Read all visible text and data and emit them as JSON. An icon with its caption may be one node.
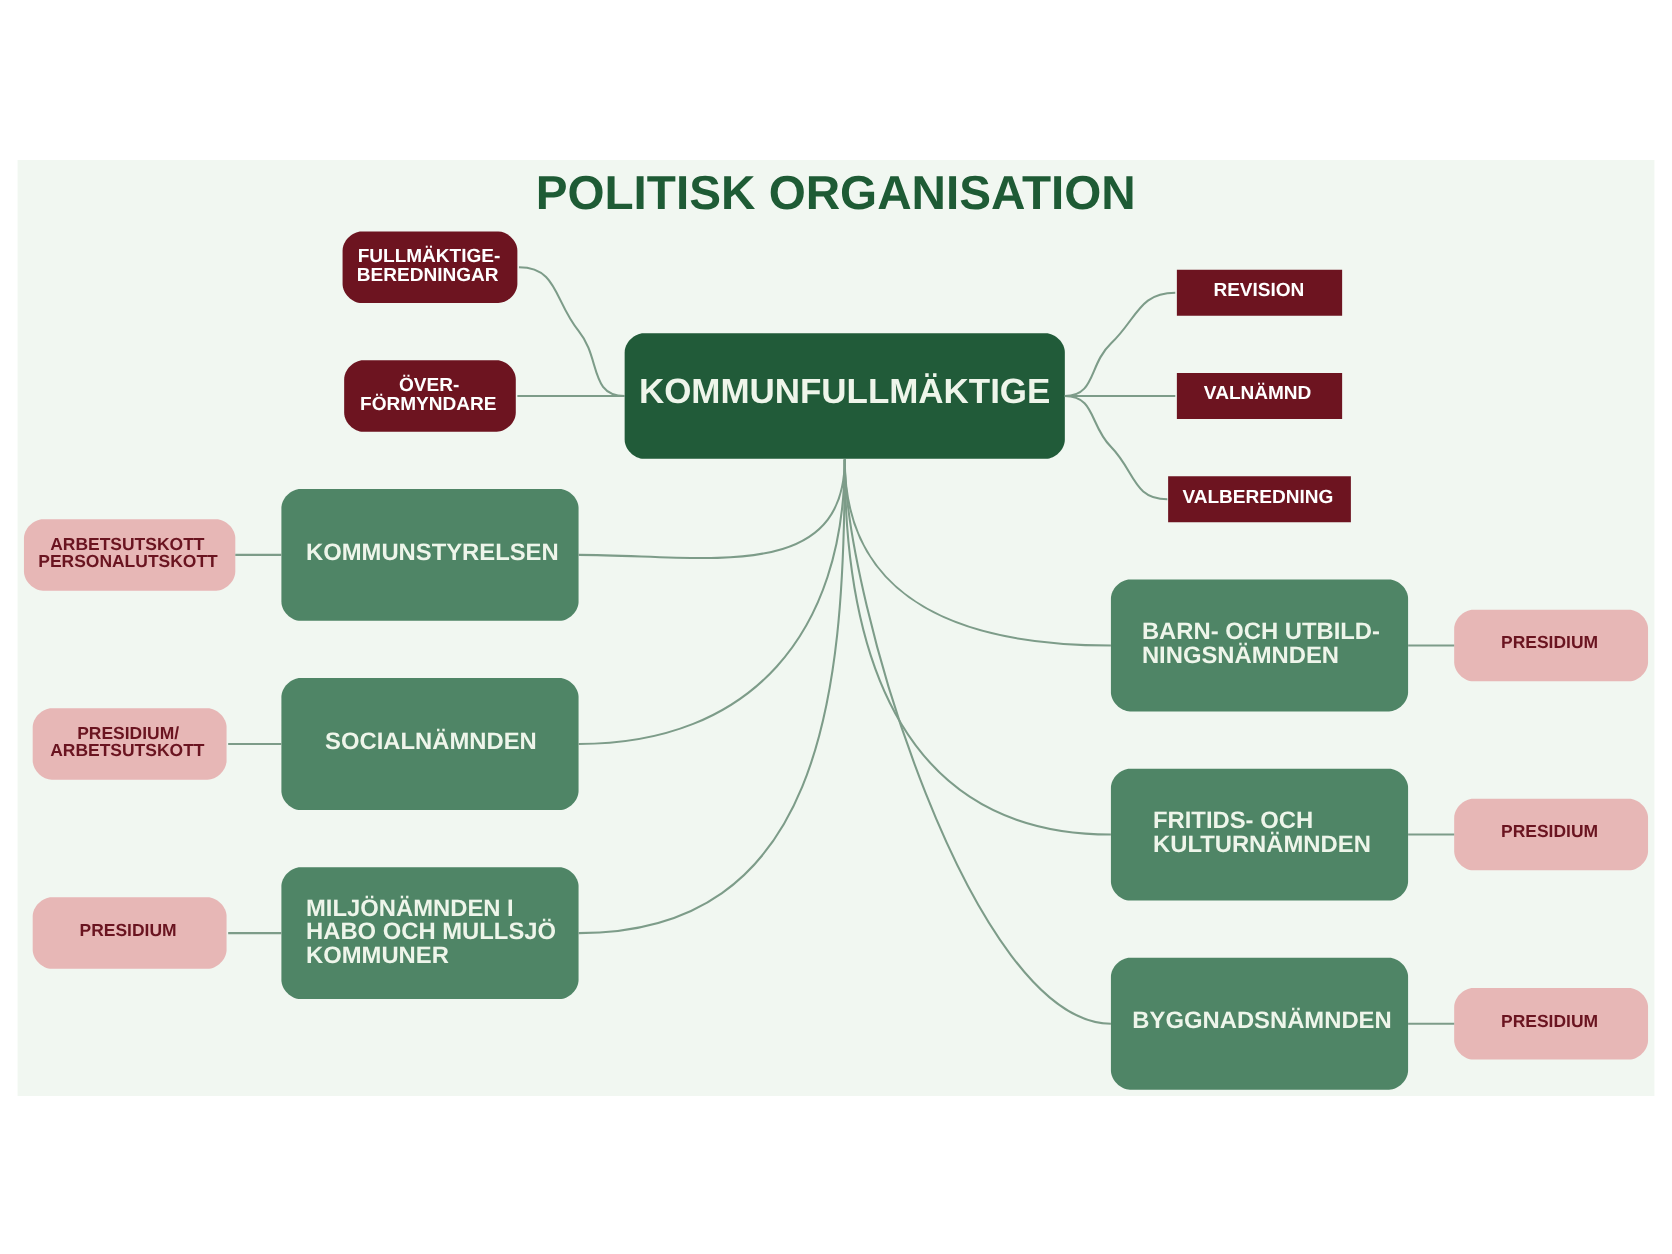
{
  "diagram": {
    "title": "POLITISK ORGANISATION",
    "nodes": [
      {
        "text": [
          "FULLMÄKTIGE- BEREDNINGAR"
        ]
      },
      {
        "text": [
          "ÖVER- FÖRMYNDARE"
        ]
      },
      {
        "text": [
          "KOMMUNFULLMÄKTIGE"
        ]
      },
      {
        "text": [
          "REVISION"
        ]
      },
      {
        "text": [
          "VALNÄMND"
        ]
      },
      {
        "text": [
          "VALBEREDNING"
        ]
      },
      {
        "text": [
          "ARBETSUTSKOTT PERSONALUTSKOTT"
        ]
      },
      {
        "text": [
          "KOMMUNSTYRELSEN"
        ]
      },
      {
        "text": [
          "BARN- OCH UTBILD- NINGSNÄMNDEN"
        ]
      },
      {
        "text": [
          "PRESIDIUM"
        ]
      },
      {
        "text": [
          "PRESIDIUM/ ARBETSUTSKOTT"
        ]
      },
      {
        "text": [
          "SOCIALNÄMNDEN"
        ]
      },
      {
        "text": [
          "FRITIDS- OCH KULTURNÄMNDEN"
        ]
      },
      {
        "text": [
          "PRESIDIUM"
        ]
      },
      {
        "text": [
          "PRESIDIUM"
        ]
      },
      {
        "text": [
          "MILJÖNÄMNDEN I HABO OCH MULLSJÖ KOMMUNER"
        ]
      },
      {
        "text": [
          "BYGGNADSNÄMNDEN"
        ]
      },
      {
        "text": [
          "PRESIDIUM"
        ]
      }
    ],
    "edges": [
      {
        "from": 0,
        "to": 2,
        "arrow": "none"
      },
      {
        "from": 1,
        "to": 2,
        "arrow": "none"
      },
      {
        "from": 2,
        "to": 3,
        "arrow": "none"
      },
      {
        "from": 2,
        "to": 4,
        "arrow": "none"
      },
      {
        "from": 2,
        "to": 5,
        "arrow": "none"
      },
      {
        "from": 6,
        "to": 7,
        "arrow": "none"
      },
      {
        "from": 7,
        "to": 2,
        "arrow": "none"
      },
      {
        "from": 2,
        "to": 8,
        "arrow": "none"
      },
      {
        "from": 8,
        "to": 9,
        "arrow": "none"
      },
      {
        "from": 10,
        "to": 11,
        "arrow": "none"
      },
      {
        "from": 11,
        "to": 2,
        "arrow": "none"
      },
      {
        "from": 2,
        "to": 12,
        "arrow": "none"
      },
      {
        "from": 12,
        "to": 13,
        "arrow": "none"
      },
      {
        "from": 14,
        "to": 15,
        "arrow": "none"
      },
      {
        "from": 15,
        "to": 2,
        "arrow": "none"
      },
      {
        "from": 2,
        "to": 16,
        "arrow": "none"
      },
      {
        "from": 16,
        "to": 17,
        "arrow": "none"
      }
    ]
  }
}
